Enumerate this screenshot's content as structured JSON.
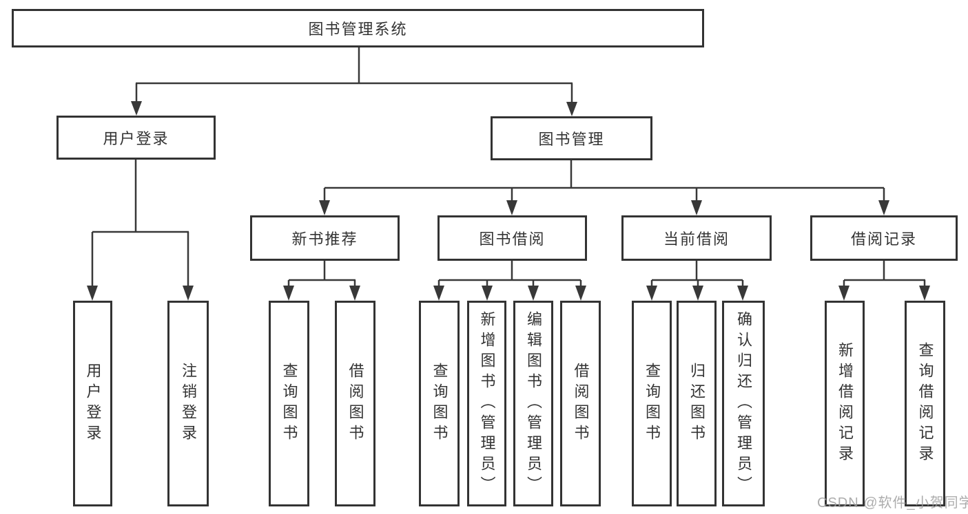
{
  "diagram": {
    "root": {
      "label": "图书管理系统"
    },
    "level2": {
      "user_login": {
        "label": "用户登录"
      },
      "book_management": {
        "label": "图书管理"
      }
    },
    "level3": {
      "new_book_recommend": {
        "label": "新书推荐"
      },
      "book_borrow": {
        "label": "图书借阅"
      },
      "current_borrow": {
        "label": "当前借阅"
      },
      "borrow_records": {
        "label": "借阅记录"
      }
    },
    "leaves": {
      "user_login": {
        "label": "用户登录"
      },
      "logout": {
        "label": "注销登录"
      },
      "query_book_recommend": {
        "label": "查询图书"
      },
      "borrow_book_recommend": {
        "label": "借阅图书"
      },
      "query_book_borrow": {
        "label": "查询图书"
      },
      "add_book": {
        "label": "新增图书（管理员）"
      },
      "edit_book": {
        "label": "编辑图书（管理员）"
      },
      "borrow_book": {
        "label": "借阅图书"
      },
      "query_book_current": {
        "label": "查询图书"
      },
      "return_book": {
        "label": "归还图书"
      },
      "confirm_return": {
        "label": "确认归还（管理员）"
      },
      "add_borrow_record": {
        "label": "新增借阅记录"
      },
      "query_borrow_record": {
        "label": "查询借阅记录"
      }
    },
    "watermark": "CSDN @软件_小贺同学",
    "colors": {
      "line": "#383838",
      "box_border": "#333333",
      "box_fill": "#ffffff",
      "text": "#333333",
      "background": "#ffffff",
      "watermark_text": "#9e9e9e"
    }
  }
}
